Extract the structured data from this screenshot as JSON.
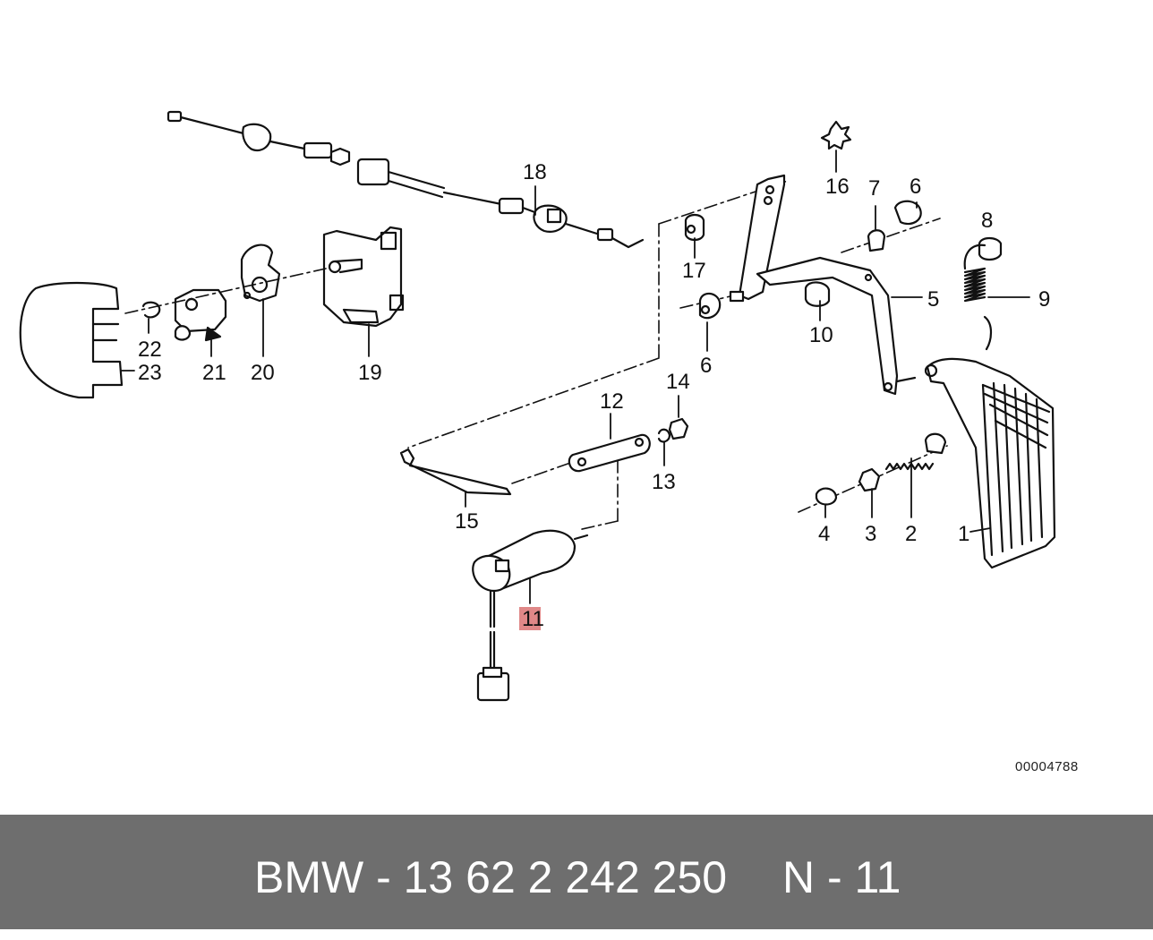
{
  "diagram": {
    "drawing_number": "00004788",
    "highlight_color": "#e08888",
    "callouts": [
      {
        "id": "1",
        "label": "1"
      },
      {
        "id": "2",
        "label": "2"
      },
      {
        "id": "3",
        "label": "3"
      },
      {
        "id": "4",
        "label": "4"
      },
      {
        "id": "5",
        "label": "5"
      },
      {
        "id": "6a",
        "label": "6"
      },
      {
        "id": "6b",
        "label": "6"
      },
      {
        "id": "7",
        "label": "7"
      },
      {
        "id": "8",
        "label": "8"
      },
      {
        "id": "9",
        "label": "9"
      },
      {
        "id": "10",
        "label": "10"
      },
      {
        "id": "11",
        "label": "11",
        "highlighted": true
      },
      {
        "id": "12",
        "label": "12"
      },
      {
        "id": "13",
        "label": "13"
      },
      {
        "id": "14",
        "label": "14"
      },
      {
        "id": "15",
        "label": "15"
      },
      {
        "id": "16",
        "label": "16"
      },
      {
        "id": "17",
        "label": "17"
      },
      {
        "id": "18",
        "label": "18"
      },
      {
        "id": "19",
        "label": "19"
      },
      {
        "id": "20",
        "label": "20"
      },
      {
        "id": "21",
        "label": "21"
      },
      {
        "id": "22",
        "label": "22"
      },
      {
        "id": "23",
        "label": "23"
      }
    ]
  },
  "footer": {
    "part_text": "BMW - 13 62 2 242 250",
    "position_text": "N - 11",
    "background_color": "#6e6e6e"
  }
}
